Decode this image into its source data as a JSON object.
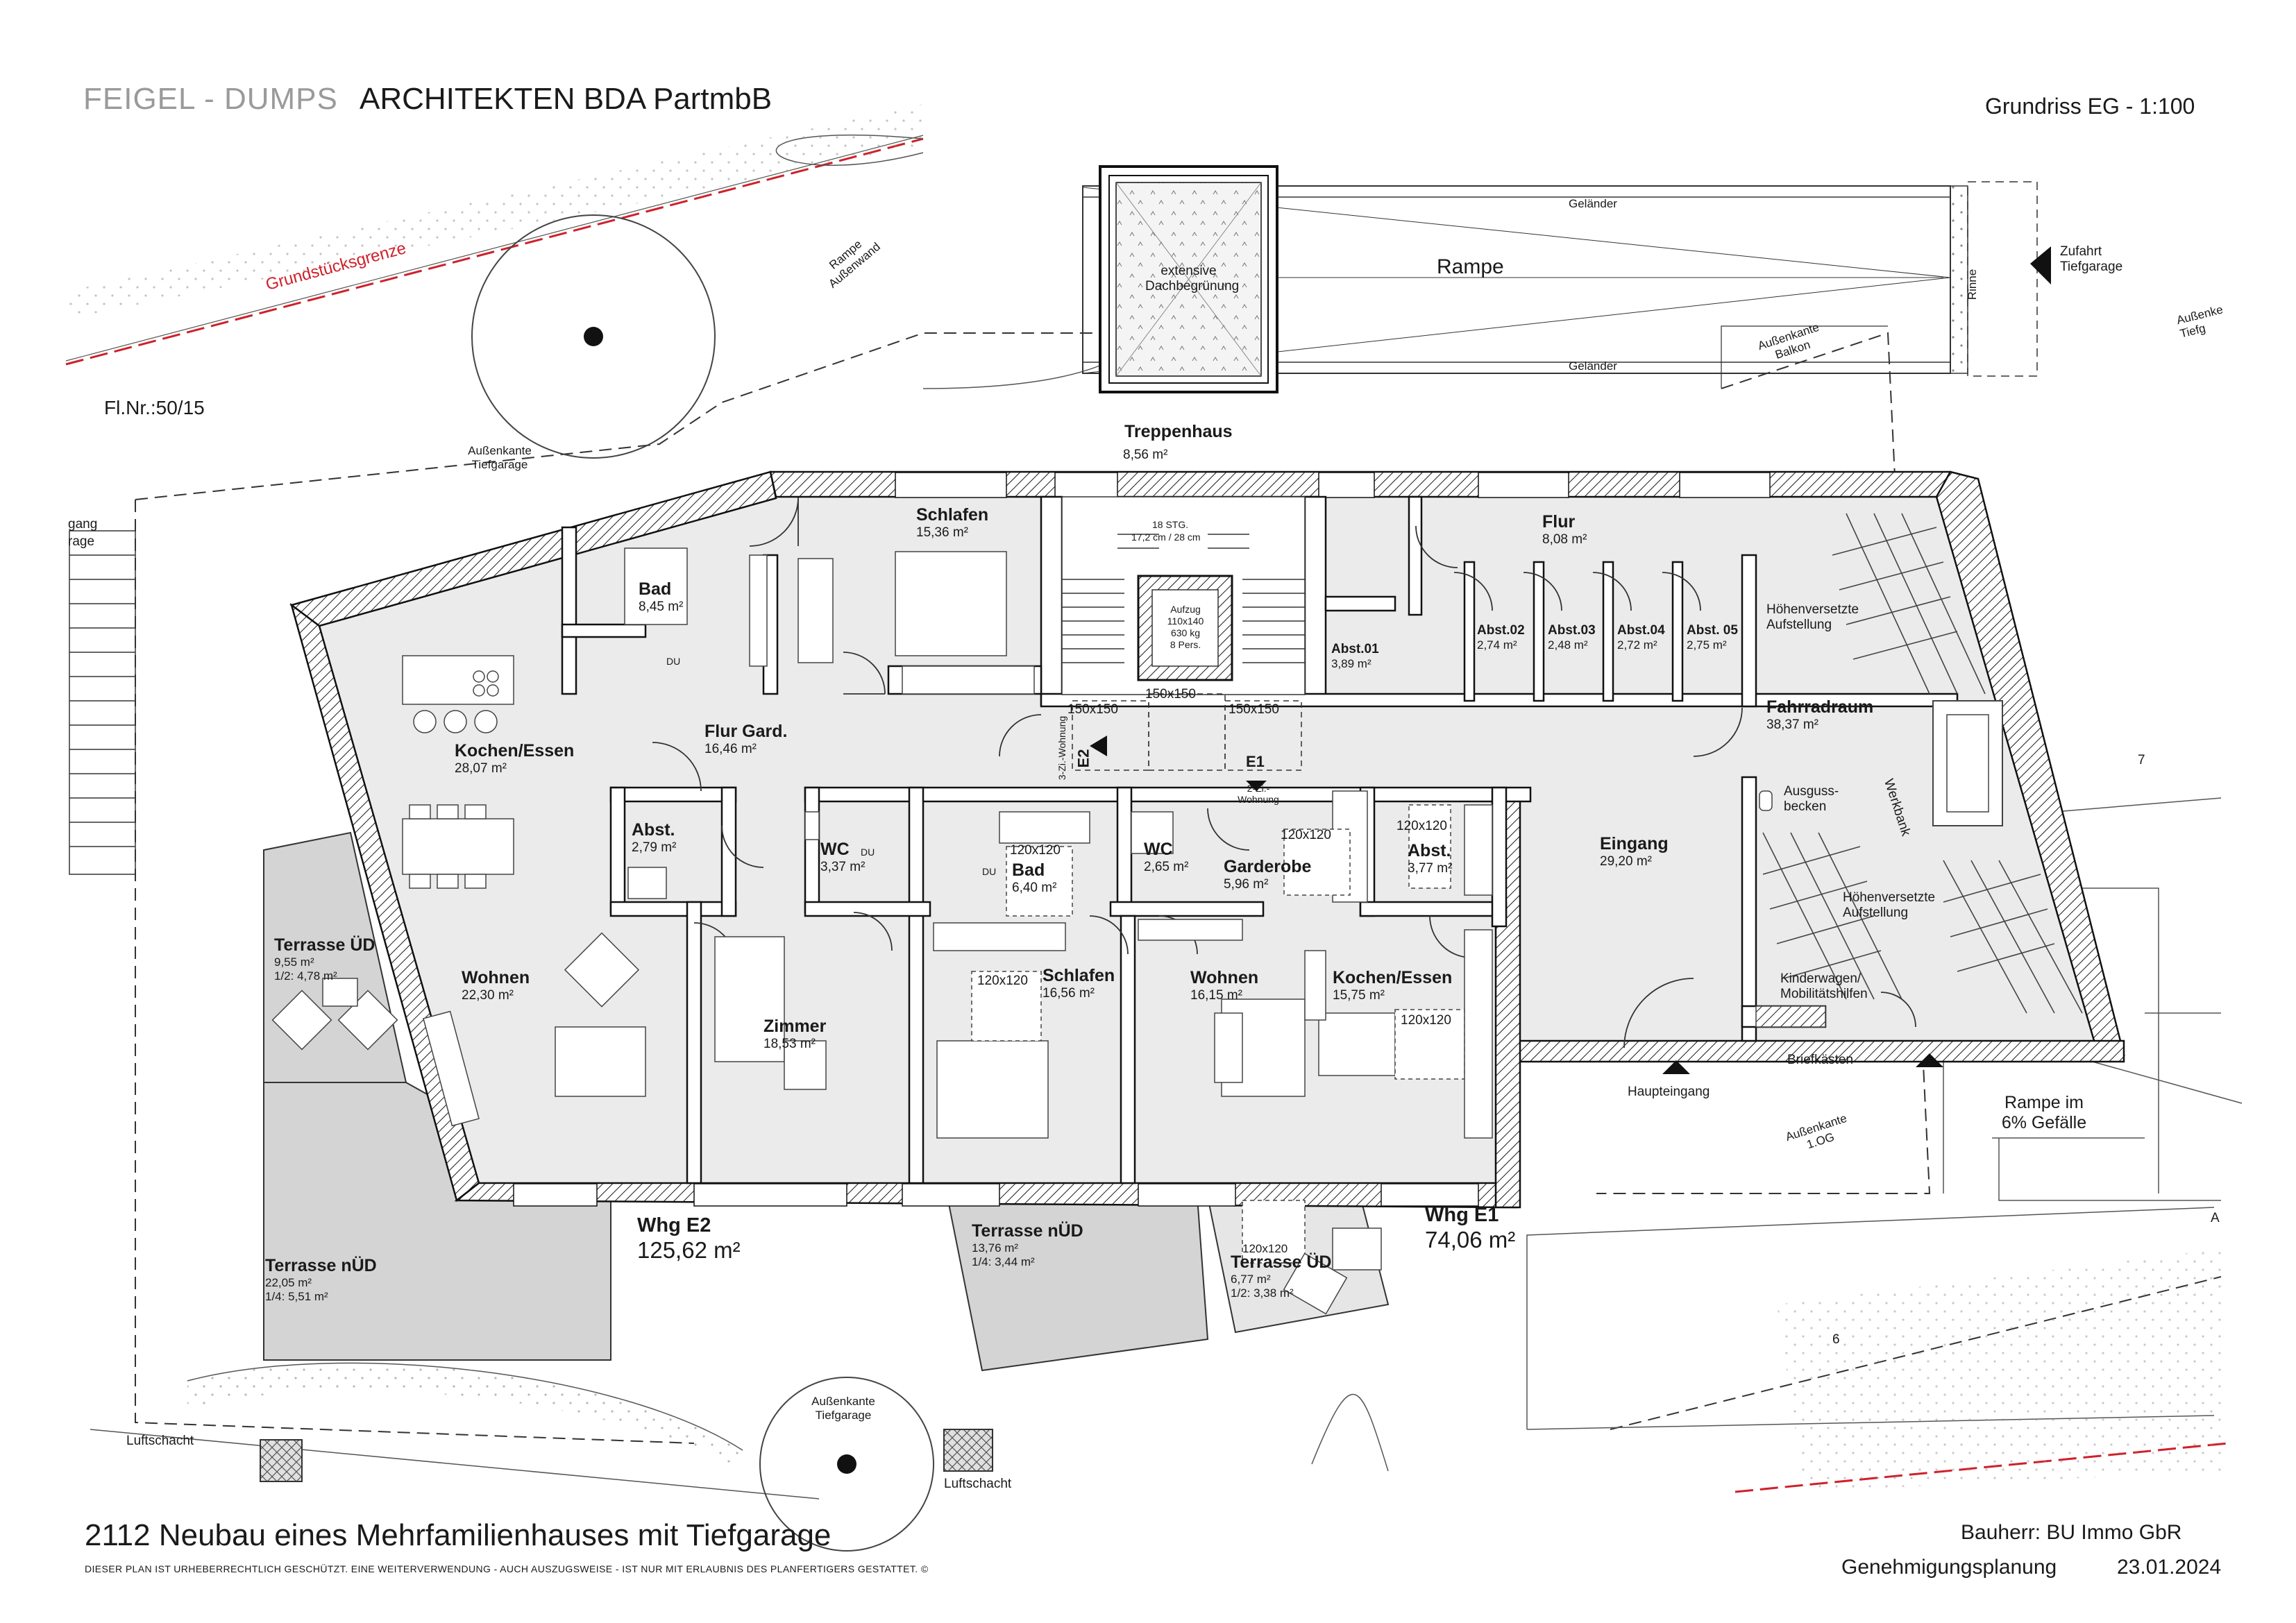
{
  "header": {
    "firm_grey": "FEIGEL - DUMPS",
    "firm_black": "ARCHITEKTEN BDA PartmbB",
    "sheet": "Grundriss EG - 1:100"
  },
  "footer": {
    "project": "2112 Neubau eines Mehrfamilienhauses mit Tiefgarage",
    "copyright": "DIESER PLAN IST URHEBERRECHTLICH GESCHÜTZT. EINE WEITERVERWENDUNG - AUCH AUSZUGSWEISE - IST NUR MIT ERLAUBNIS DES PLANFERTIGERS GESTATTET. ©",
    "client": "Bauherr: BU Immo GbR",
    "phase": "Genehmigungsplanung",
    "date": "23.01.2024"
  },
  "site": {
    "boundary": "Grundstücksgrenze",
    "parcel": "Fl.Nr.:50/15",
    "ramp_wall": "Rampe Außenwand",
    "edge_garage": "Außenkante Tiefgarage",
    "edge_garage_2": "Außenkante Tiefgarage",
    "edge_balcony": "Außenkante Balkon",
    "edge_1og": "Außenkante 1.OG",
    "edge_right": "Außenke Tiefg",
    "ramp": "Rampe",
    "railing_top": "Geländer",
    "railing_bottom": "Geländer",
    "green_roof": "extensive Dachbegrünung",
    "garage_access": "Zufahrt Tiefgarage",
    "gutter": "Rinne",
    "ramp_slope": "Rampe im 6% Gefälle",
    "shaft_left": "Luftschacht",
    "shaft_right": "Luftschacht",
    "partial_left": "gang",
    "partial_left_2": "rage",
    "lot_6": "6",
    "lot_7": "7",
    "partial_right": "A"
  },
  "stair": {
    "name": "Treppenhaus",
    "area": "8,56 m²",
    "steps": "18 STG.",
    "step_size": "17,2 cm / 28 cm",
    "lift_size": "Aufzug",
    "lift_dim": "110x140",
    "lift_load": "630 kg",
    "lift_pers": "8 Pers.",
    "clear_1": "150x150",
    "clear_2": "150x150",
    "clear_3": "150x150"
  },
  "rooms": {
    "schlafen_e2": {
      "name": "Schlafen",
      "area": "15,36 m²"
    },
    "bad_e2": {
      "name": "Bad",
      "area": "8,45 m²",
      "du": "DU"
    },
    "kochen_e2": {
      "name": "Kochen/Essen",
      "area": "28,07 m²"
    },
    "flur_gard": {
      "name": "Flur Gard.",
      "area": "16,46 m²"
    },
    "abst_e2": {
      "name": "Abst.",
      "area": "2,79 m²"
    },
    "wc_e2": {
      "name": "WC",
      "area": "3,37 m²",
      "du": "DU"
    },
    "bad_e1": {
      "name": "Bad",
      "area": "6,40 m²",
      "du": "DU",
      "clear": "120x120"
    },
    "wc_e1": {
      "name": "WC",
      "area": "2,65 m²"
    },
    "garderobe": {
      "name": "Garderobe",
      "area": "5,96 m²",
      "clear": "120x120"
    },
    "abst_e1": {
      "name": "Abst.",
      "area": "3,77 m²",
      "clear": "120x120"
    },
    "wohnen_e2": {
      "name": "Wohnen",
      "area": "22,30 m²"
    },
    "zimmer": {
      "name": "Zimmer",
      "area": "18,53 m²"
    },
    "schlafen_e1": {
      "name": "Schlafen",
      "area": "16,56 m²",
      "clear": "120x120"
    },
    "wohnen_e1": {
      "name": "Wohnen",
      "area": "16,15 m²"
    },
    "kochen_e1": {
      "name": "Kochen/Essen",
      "area": "15,75 m²",
      "clear": "120x120"
    },
    "flur": {
      "name": "Flur",
      "area": "8,08 m²"
    },
    "abst01": {
      "name": "Abst.01",
      "area": "3,89 m²"
    },
    "abst02": {
      "name": "Abst.02",
      "area": "2,74 m²"
    },
    "abst03": {
      "name": "Abst.03",
      "area": "2,48 m²"
    },
    "abst04": {
      "name": "Abst.04",
      "area": "2,72 m²"
    },
    "abst05": {
      "name": "Abst. 05",
      "area": "2,75 m²"
    },
    "fahrradraum": {
      "name": "Fahrradraum",
      "area": "38,37 m²"
    },
    "eingang": {
      "name": "Eingang",
      "area": "29,20 m²"
    }
  },
  "bike": {
    "rack_1": "Höhenversetzte Aufstellung",
    "rack_2": "Höhenversetzte Aufstellung",
    "sink": "Ausguss- becken",
    "workbench": "Werkbank",
    "stroller": "Kinderwagen/ Mobilitätshilfen",
    "mailboxes": "Briefkästen",
    "main_entry": "Haupteingang"
  },
  "units": {
    "e2": {
      "name": "Whg E2",
      "area": "125,62 m²",
      "tag": "E2",
      "tag_sub": "3-Zi.-Wohnung"
    },
    "e1": {
      "name": "Whg E1",
      "area": "74,06 m²",
      "tag": "E1",
      "tag_sub": "2-Zi.-Wohnung"
    }
  },
  "terraces": {
    "ued_e2": {
      "name": "Terrasse ÜD",
      "a1": "9,55 m²",
      "a2": "1/2: 4,78 m²"
    },
    "nued_e2": {
      "name": "Terrasse nÜD",
      "a1": "22,05 m²",
      "a2": "1/4: 5,51 m²"
    },
    "nued_e1": {
      "name": "Terrasse nÜD",
      "a1": "13,76 m²",
      "a2": "1/4: 3,44 m²"
    },
    "ued_e1": {
      "name": "Terrasse  ÜD",
      "a1": "6,77 m²",
      "a2": "1/2: 3,38 m²",
      "clear": "120x120"
    }
  },
  "colors": {
    "wall": "#1a1a1a",
    "wall_fill": "#ffffff",
    "hatch": "#1a1a1a",
    "floor": "#ebebeb",
    "terrace": "#d4d4d4",
    "boundary": "#d0202a",
    "line": "#555555"
  }
}
